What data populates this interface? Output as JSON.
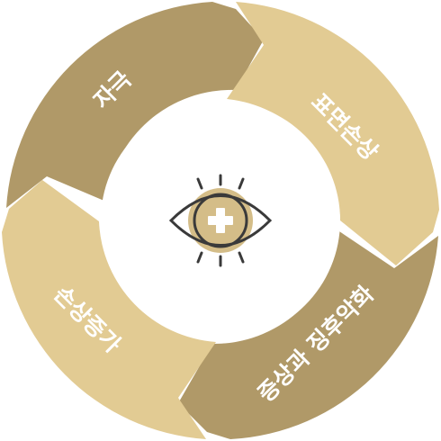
{
  "cycle": {
    "steps": [
      {
        "label": "자극",
        "color": "#b09968"
      },
      {
        "label": "표면손상",
        "color": "#e2cb93"
      },
      {
        "label": "증상과 징후악화",
        "color": "#b09968"
      },
      {
        "label": "손상증가",
        "color": "#e2cb93"
      }
    ]
  },
  "center_icon": {
    "icon": "eye-with-plus-icon",
    "iris_color": "#d4bd88",
    "stroke_color": "#3a3a3a",
    "plus_color": "#ffffff"
  }
}
